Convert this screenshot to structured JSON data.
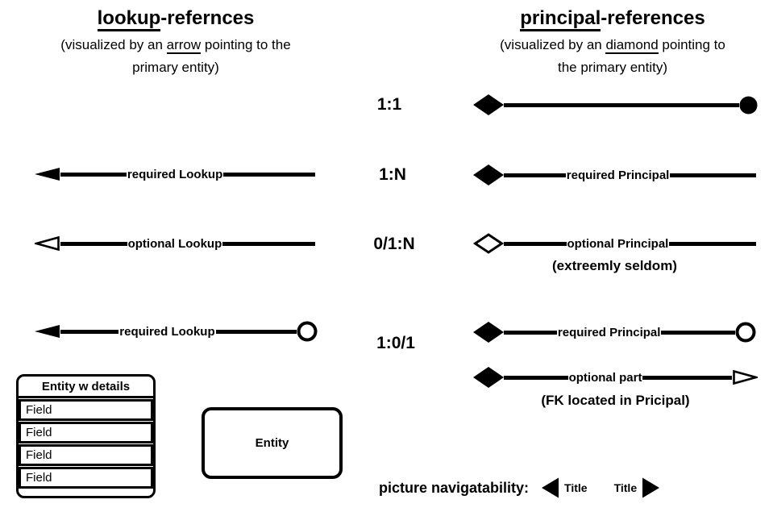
{
  "page": {
    "background": "#ffffff",
    "foreground": "#000000"
  },
  "left_section": {
    "title": {
      "emphasized": "lookup",
      "rest": "-refernces"
    },
    "subtitle": {
      "line1_pre": "(visualized by an ",
      "line1_underlined": "arrow",
      "line1_post": " pointing to the",
      "line2": "primary entity)"
    },
    "connectors": [
      {
        "label": "required Lookup"
      },
      {
        "label": "optional Lookup"
      },
      {
        "label": "required Lookup"
      }
    ],
    "entity_details_box": {
      "header": "Entity w details",
      "fields": [
        "Field",
        "Field",
        "Field",
        "Field"
      ]
    },
    "entity_box": {
      "label": "Entity"
    }
  },
  "cardinality_labels": [
    "1:1",
    "1:N",
    "0/1:N",
    "1:0/1"
  ],
  "right_section": {
    "title": {
      "emphasized": "principal",
      "rest": "-references"
    },
    "subtitle": {
      "line1_pre": "(visualized by an ",
      "line1_underlined": "diamond",
      "line1_post": " pointing to",
      "line2": "the primary entity)"
    },
    "connectors": [
      {
        "label": ""
      },
      {
        "label": "required Principal"
      },
      {
        "label": "optional Principal",
        "note": "(extreemly seldom)"
      },
      {
        "label": "required Principal"
      },
      {
        "label": "optional part",
        "note": "(FK located in Pricipal)"
      }
    ]
  },
  "footer": {
    "label": "picture navigatability:",
    "left_nav_title": "Title",
    "right_nav_title": "Title"
  },
  "icons": {
    "filled-arrow-left": "◀",
    "hollow-arrow-left": "◁",
    "hollow-arrow-right": "▷",
    "filled-diamond": "◆",
    "hollow-diamond": "◇",
    "filled-circle": "●",
    "hollow-circle": "○",
    "nav-left": "◀",
    "nav-right": "▶"
  }
}
